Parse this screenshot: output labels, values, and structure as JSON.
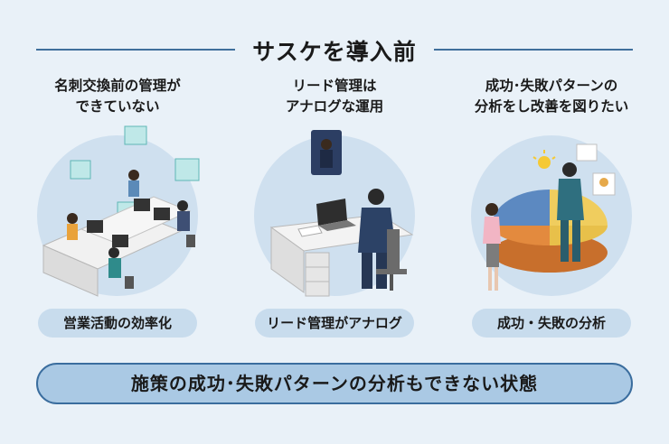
{
  "title": "サスケを導入前",
  "columns": [
    {
      "title_line1": "名刺交換前の管理が",
      "title_line2": "できていない",
      "label": "営業活動の効率化",
      "icon": "office-team-illustration"
    },
    {
      "title_line1": "リード管理は",
      "title_line2": "アナログな運用",
      "label": "リード管理がアナログ",
      "icon": "desk-worker-illustration"
    },
    {
      "title_line1": "成功･失敗パターンの",
      "title_line2": "分析をし改善を図りたい",
      "label": "成功・失敗の分析",
      "icon": "pie-chart-analysis-illustration"
    }
  ],
  "banner": "施策の成功･失敗パターンの分析もできない状態",
  "colors": {
    "background": "#e9f1f8",
    "circle": "#cfe0ef",
    "pill": "#c8dced",
    "banner_fill": "#aac9e4",
    "banner_border": "#3a6d9e"
  }
}
